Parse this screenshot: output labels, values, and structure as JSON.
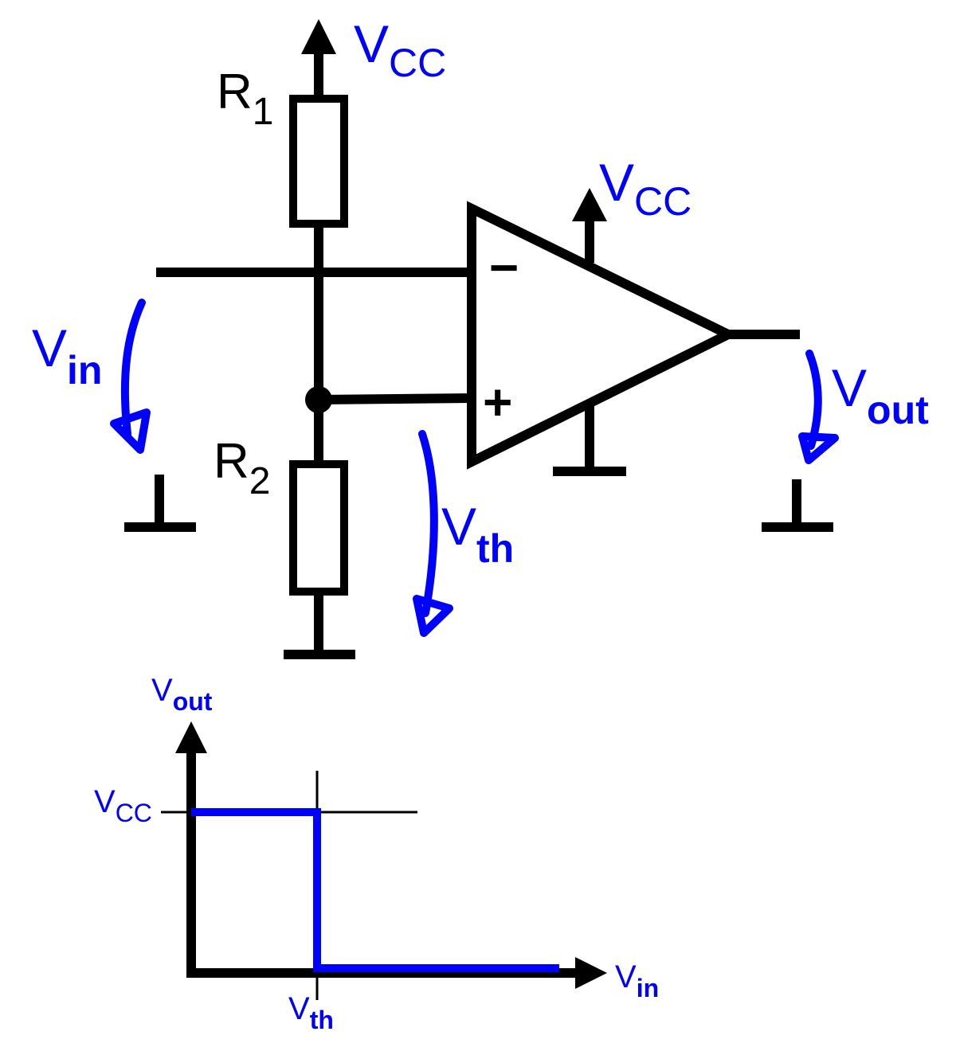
{
  "colors": {
    "ink": "#000000",
    "accent": "#0000ff"
  },
  "circuit": {
    "supply_top": {
      "main": "V",
      "sub": "CC"
    },
    "supply_opamp": {
      "main": "V",
      "sub": "CC"
    },
    "r1": {
      "main": "R",
      "sub": "1"
    },
    "r2": {
      "main": "R",
      "sub": "2"
    },
    "vin": {
      "main": "V",
      "sub": "in"
    },
    "vth": {
      "main": "V",
      "sub": "th"
    },
    "vout": {
      "main": "V",
      "sub": "out"
    },
    "minus_sign": "−",
    "plus_sign": "+"
  },
  "transfer_plot": {
    "y_axis": {
      "main": "V",
      "sub": "out"
    },
    "x_axis": {
      "main": "V",
      "sub": "in"
    },
    "y_tick": {
      "main": "V",
      "sub": "CC"
    },
    "x_tick": {
      "main": "V",
      "sub": "th"
    }
  }
}
